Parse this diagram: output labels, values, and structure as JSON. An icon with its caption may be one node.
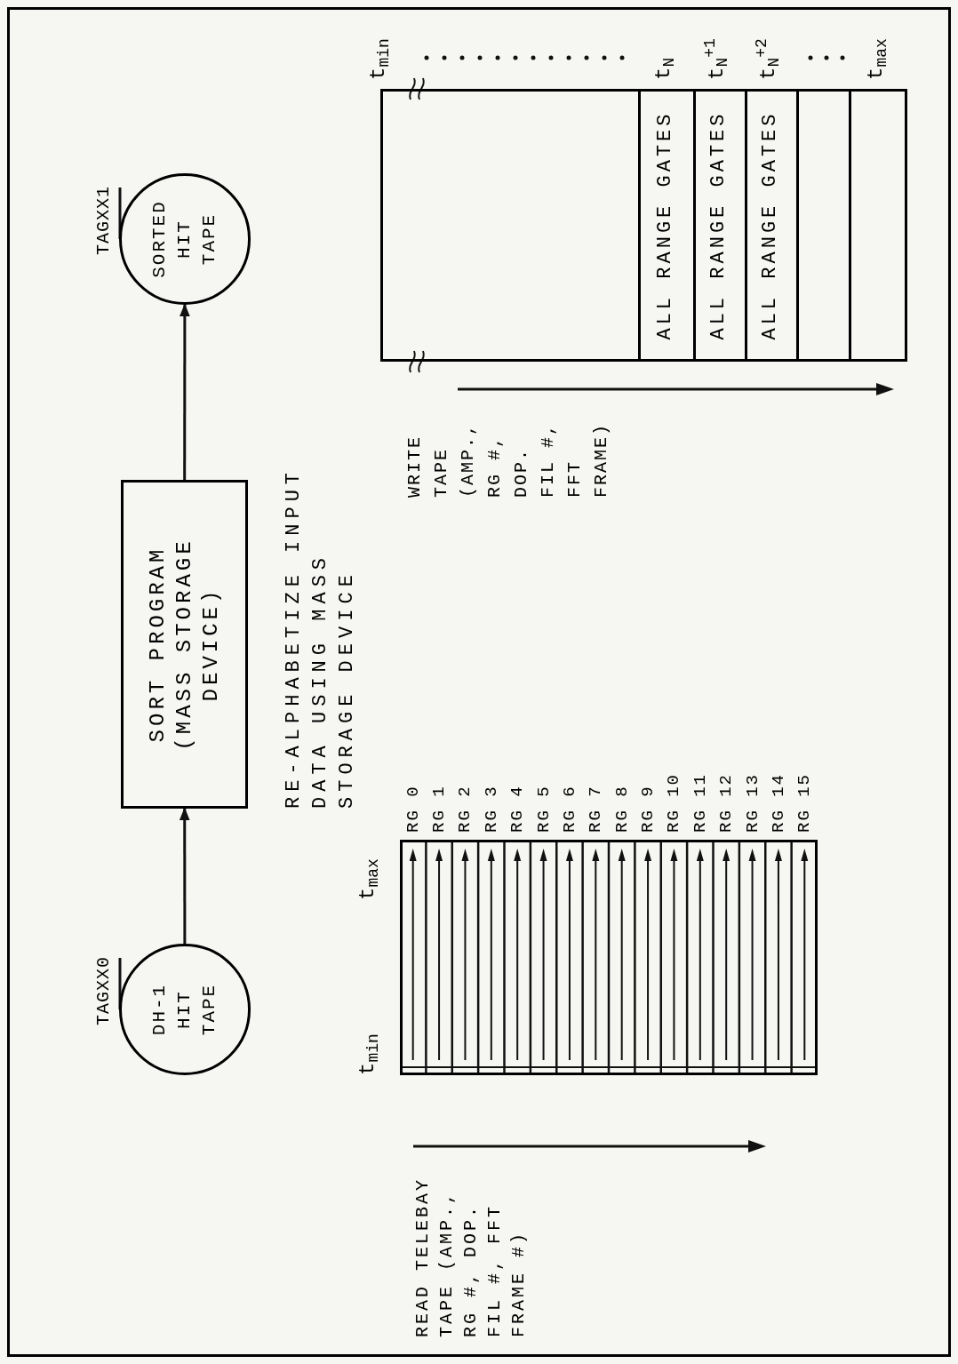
{
  "diagram": {
    "nodes": [
      {
        "text": [
          "DH-1 HIT TAPE"
        ],
        "beside": [
          "TAGXX0"
        ]
      },
      {
        "text": [
          "SORT PROGRAM (MASS STORAGE DEVICE)"
        ]
      },
      {
        "text": [
          "SORTED HIT TAPE"
        ],
        "beside": [
          "TAGXX1"
        ]
      },
      {
        "text": [],
        "shape": "box"
      },
      {
        "text": [
          "ALL RANGE GATES",
          "ALL RANGE GATES",
          "ALL RANGE GATES"
        ]
      }
    ],
    "edges": [
      {
        "from": 0,
        "to": 1,
        "arrow": "to"
      },
      {
        "from": 1,
        "to": 2,
        "arrow": "to"
      }
    ],
    "labels": [
      "RE-ALPHABETIZE INPUT DATA USING MASS STORAGE DEVICE",
      "READ TELEBAY TAPE (AMP., RG #, DOP. FIL #, FFT FRAME #)",
      "t$_{min}$",
      "t$_{max}$",
      "RG 0",
      "RG 1",
      "RG 2",
      "RG 3",
      "RG 4",
      "RG 5",
      "RG 6",
      "RG 7",
      "RG 8",
      "RG 9",
      "RG 10",
      "RG 11",
      "RG 12",
      "RG 13",
      "RG 14",
      "RG 15",
      "WRITE TAPE (AMP., RG #, DOP. FIL #, FFT FRAME)",
      "t$_{min}$",
      "t$_{N}$",
      "t$_{N}$$^{+1}$",
      "t$_{N}$$^{+2}$",
      "t$_{max}$"
    ]
  }
}
